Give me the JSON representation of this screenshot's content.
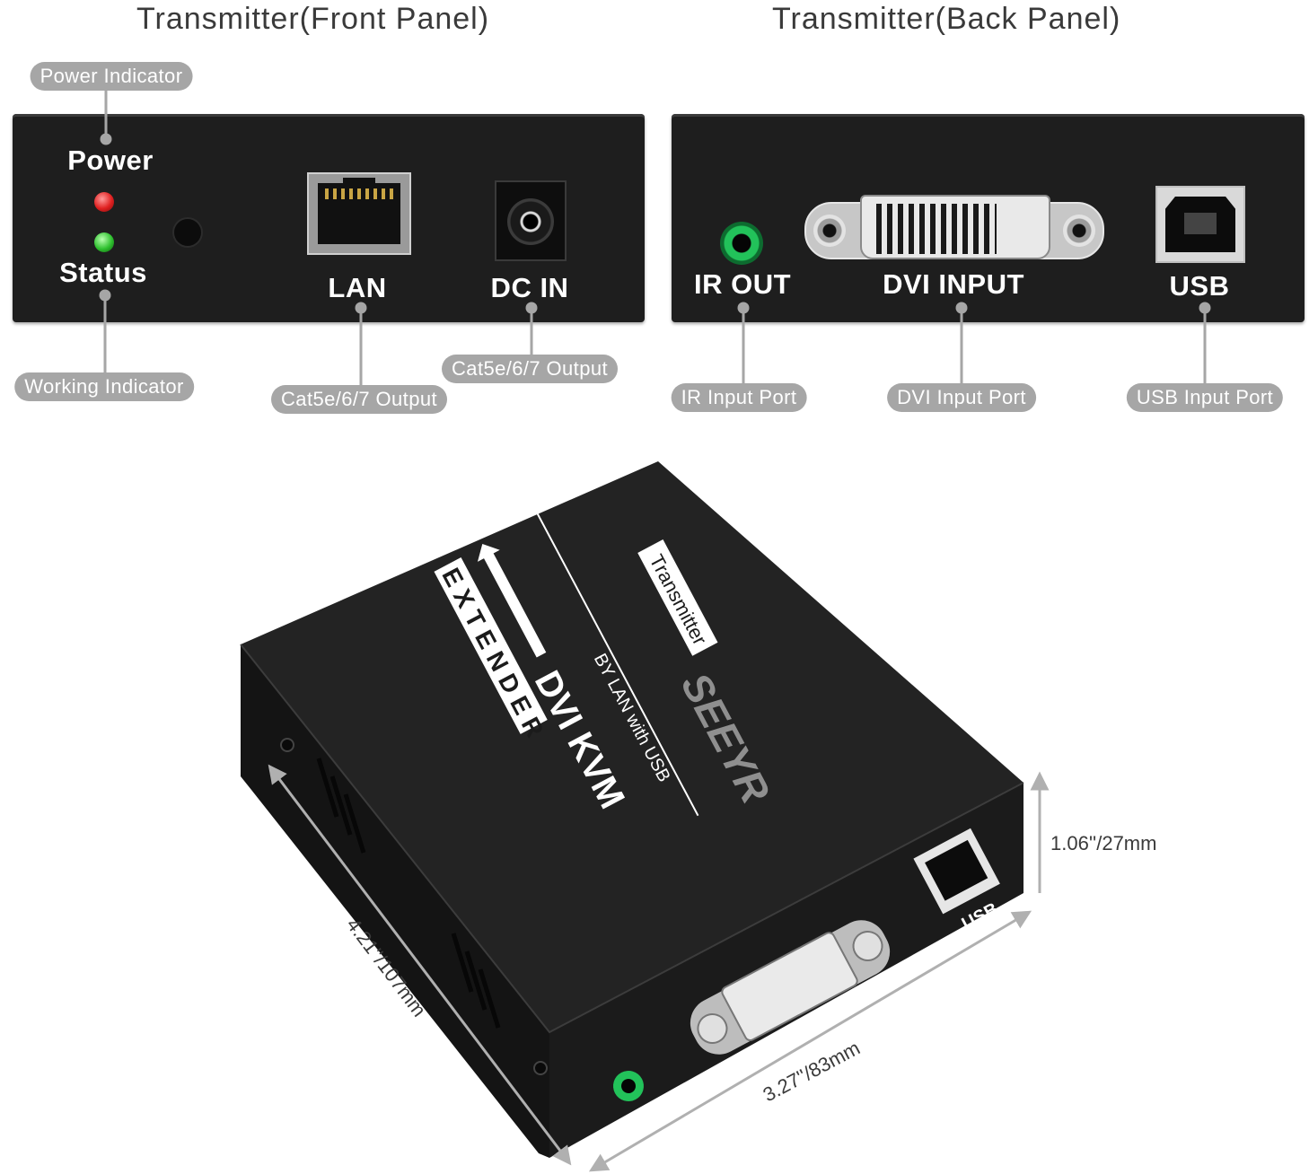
{
  "front": {
    "title": "Transmitter(Front Panel)",
    "labels": {
      "power": "Power",
      "status": "Status",
      "lan": "LAN",
      "dc_in": "DC IN"
    },
    "callouts": {
      "power_indicator": "Power Indicator",
      "working_indicator": "Working Indicator",
      "lan_output": "Cat5e/6/7 Output",
      "dc_output": "Cat5e/6/7 Output"
    }
  },
  "back": {
    "title": "Transmitter(Back Panel)",
    "labels": {
      "ir_out": "IR OUT",
      "dvi_input": "DVI INPUT",
      "usb": "USB"
    },
    "callouts": {
      "ir_port": "IR Input Port",
      "dvi_port": "DVI Input Port",
      "usb_port": "USB Input Port"
    }
  },
  "device": {
    "sticker": "Transmitter",
    "brand": "SEEYR",
    "model_line1": "DVI KVM",
    "model_line2": "EXTENDER",
    "subline": "BY LAN with USB",
    "port_usb": "USB",
    "port_dvi": "DVI INPUT",
    "port_ir": "IR OUT"
  },
  "dimensions": {
    "height": "1.06''/27mm",
    "length": "4.21''/107mm",
    "width": "3.27''/83mm"
  },
  "colors": {
    "panel": "#1e1e1e",
    "callout": "#a6a6a6",
    "led_power": "#e02020",
    "led_status": "#2fc12f",
    "ir_jack": "#22c25a"
  }
}
